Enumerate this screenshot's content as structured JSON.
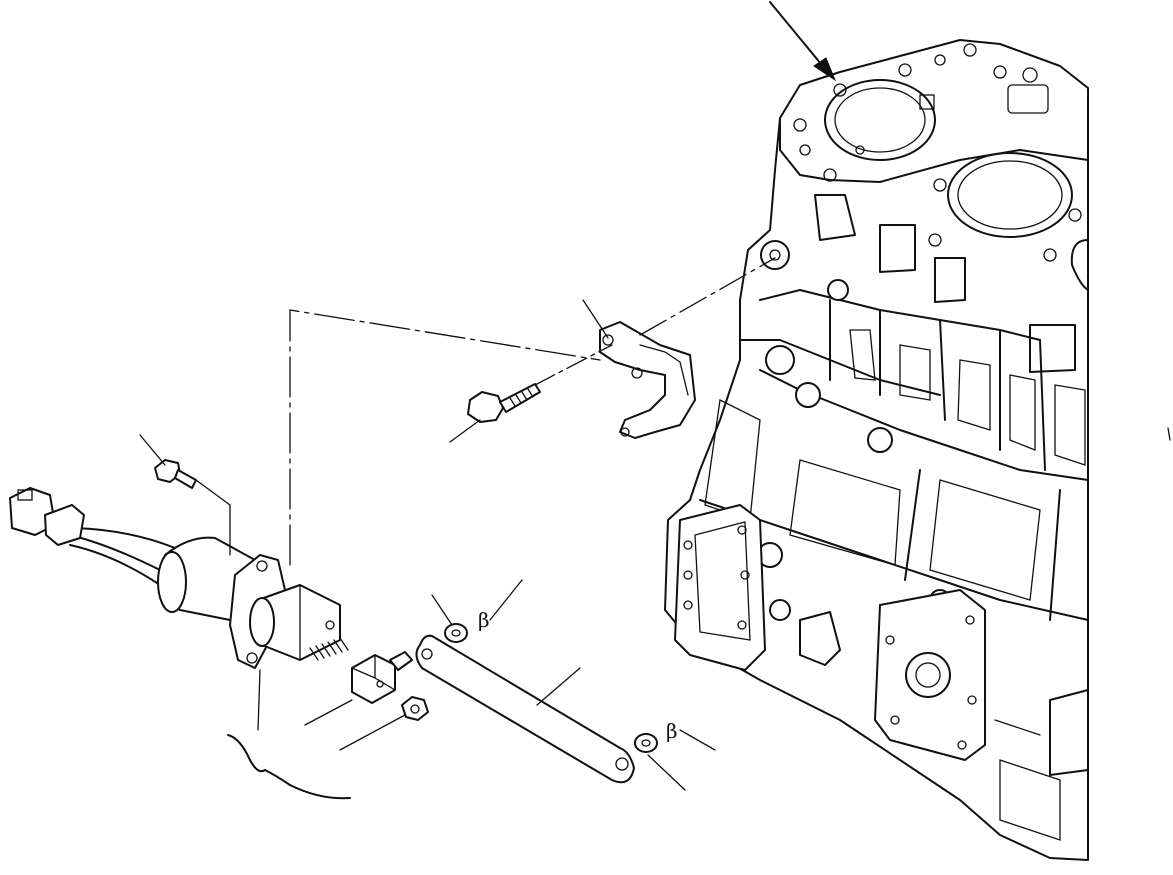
{
  "diagram": {
    "callout_labels": [
      {
        "id": "washer-upper-label",
        "text": "β"
      },
      {
        "id": "washer-lower-label",
        "text": "β"
      }
    ],
    "parts": [
      "engine-block",
      "bracket",
      "flange-bolt",
      "stop-solenoid",
      "connector",
      "mounting-screw",
      "link-rod",
      "rod-end",
      "nut",
      "washer",
      "washer"
    ]
  }
}
